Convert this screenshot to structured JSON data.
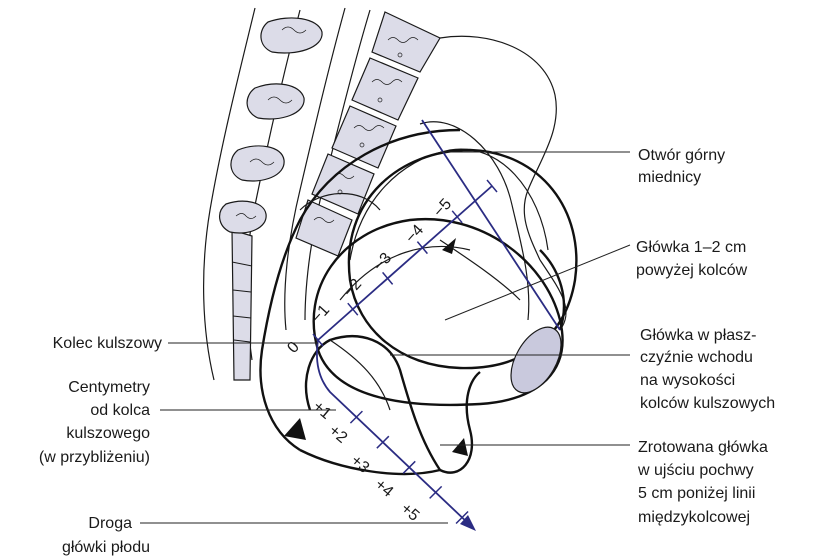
{
  "colors": {
    "axis": "#2b2c83",
    "bone_fill": "#dcdce8",
    "ink": "#1a1a1a",
    "cervix_fill": "#c9c9dd"
  },
  "labels": {
    "inlet": [
      "Otwór górny",
      "miednicy"
    ],
    "head_above": [
      "Główka 1–2 cm",
      "powyżej kolców"
    ],
    "spine": [
      "Kolec kulszowy"
    ],
    "head_engaged": [
      "Główka w płasz-",
      "czyźnie wchodu",
      "na wysokości",
      "kolców kulszowych"
    ],
    "centimeters": [
      "Centymetry",
      "od kolca",
      "kulszowego",
      "(w przybliżeniu)"
    ],
    "rotated": [
      "Zrotowana główka",
      "w ujściu pochwy",
      "5 cm poniżej linii",
      "międzykolcowej"
    ],
    "path": [
      "Droga",
      "główki płodu"
    ]
  },
  "station_ticks": [
    "−5",
    "−4",
    "−3",
    "−2",
    "−1",
    "0",
    "+1",
    "+2",
    "+3",
    "+4",
    "+5"
  ]
}
